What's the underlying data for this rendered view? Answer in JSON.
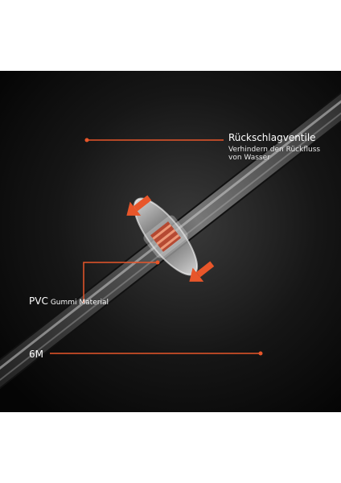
{
  "callouts": {
    "valve": {
      "title": "Rückschlagventile",
      "subtitle_line1": "Verhindern den Rückfluss",
      "subtitle_line2": "von Wasser"
    },
    "material": {
      "main": "PVC",
      "detail": "Gummi Material"
    },
    "length": {
      "main": "6M"
    }
  },
  "colors": {
    "background": "#0b0b0b",
    "accent": "#e8562a",
    "text": "#ffffff"
  }
}
